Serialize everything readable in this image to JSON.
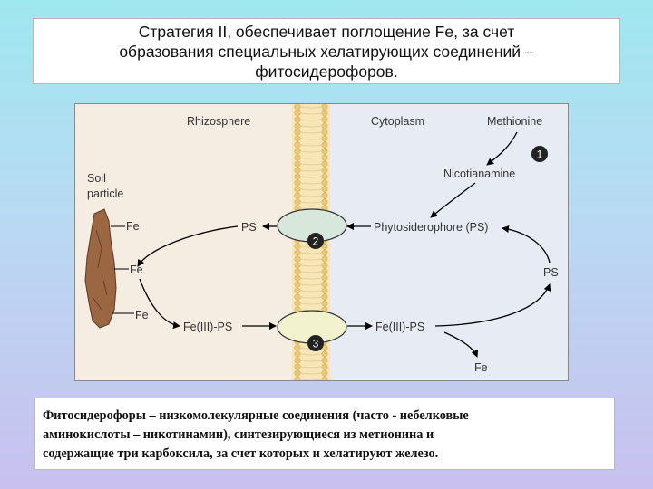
{
  "title": {
    "line1": "Стратегия II, обеспечивает поглощение Fe, за счет",
    "line2": "образования специальных хелатирующих соединений –",
    "line3": "фитосидерофоров."
  },
  "diagram": {
    "rhizosphere": "Rhizosphere",
    "cytoplasm": "Cytoplasm",
    "methionine": "Methionine",
    "nicotianamine": "Nicotianamine",
    "soil_particle": [
      "Soil",
      "particle"
    ],
    "fe_top": "Fe",
    "fe_mid": "Fe",
    "fe_low": "Fe",
    "ps_left": "PS",
    "phytosiderophore": "Phytosiderophore (PS)",
    "ps_right": "PS",
    "fe3_ps_left": "Fe(III)-PS",
    "fe3_ps_right": "Fe(III)-PS",
    "fe_out": "Fe",
    "step1": "1",
    "step2": "2",
    "step3": "3",
    "colors": {
      "rhizosphere_bg": "#f5ece2",
      "cytoplasm_bg": "#e7ecf4",
      "membrane": "#f4e2ae",
      "transporter_top": "#d7e7db",
      "transporter_bottom": "#f2f2cf",
      "soil": "#9b6a45"
    }
  },
  "caption": {
    "line1": "Фитосидерофоры – низкомолекулярные соединения (часто - небелковые",
    "line2": "аминокислоты – никотинамин), синтезирующиеся из метионина и",
    "line3": "содержащие  три  карбоксила, за счет которых и хелатируют железо."
  }
}
